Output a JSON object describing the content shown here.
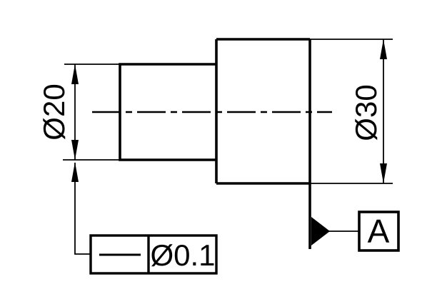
{
  "drawing": {
    "title": "stepped-shaft-orthographic-view",
    "background_color": "#ffffff",
    "line_color": "#000000",
    "dimensions": {
      "small_diameter": {
        "label": "Ø20"
      },
      "large_diameter": {
        "label": "Ø30"
      }
    },
    "feature_control_frame": {
      "characteristic": "straightness",
      "tolerance": "Ø0.1"
    },
    "datum": {
      "label": "A"
    }
  }
}
